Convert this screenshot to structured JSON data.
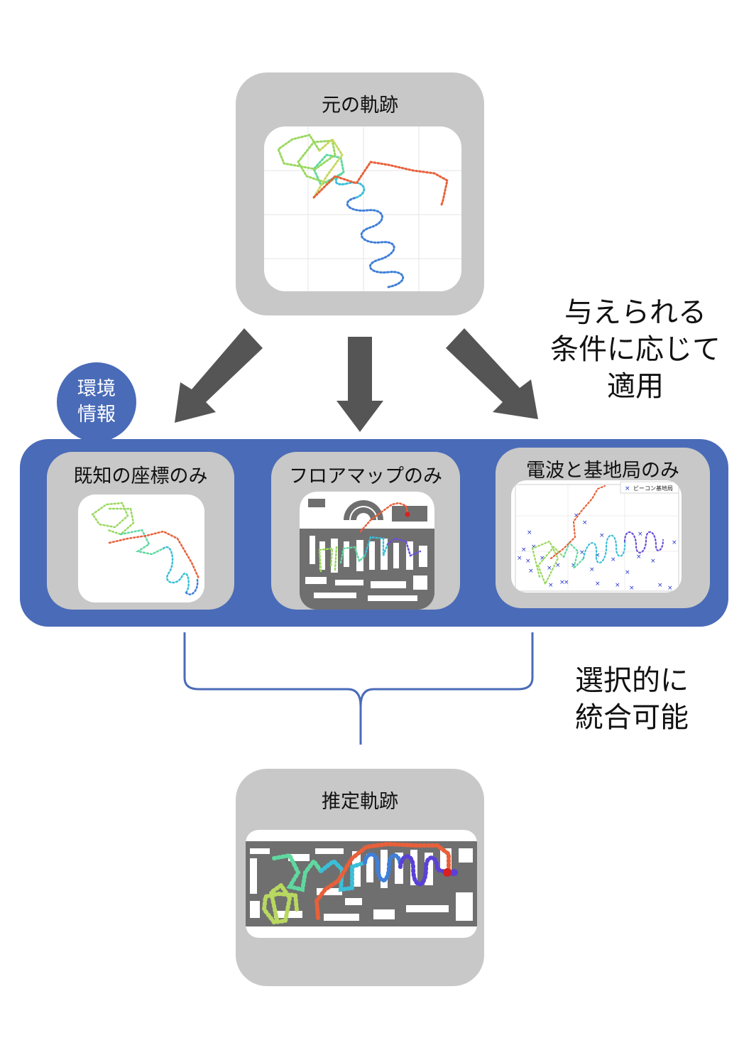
{
  "top": {
    "title": "元の軌跡"
  },
  "side_label_top": [
    "与えられる",
    "条件に応じて",
    "適用"
  ],
  "env_badge": [
    "環境",
    "情報"
  ],
  "panels": [
    {
      "title": "既知の座標のみ"
    },
    {
      "title": "フロアマップのみ"
    },
    {
      "title": "電波と基地局のみ",
      "legend": "ビーコン基地局"
    }
  ],
  "side_label_bottom": [
    "選択的に",
    "統合可能"
  ],
  "bottom": {
    "title": "推定軌跡"
  },
  "colors": {
    "card_gray": "#c8c8c8",
    "band_blue": "#4a6bb8",
    "arrow": "#555555",
    "map_dark": "#6f6f6f",
    "beacon": "#2233cc"
  }
}
